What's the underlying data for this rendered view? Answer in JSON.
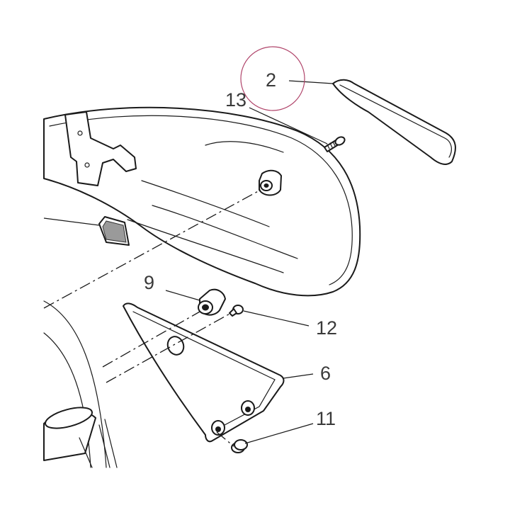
{
  "callouts": {
    "part_2": "2",
    "part_13": "13",
    "part_9": "9",
    "part_12": "12",
    "part_6": "6",
    "part_11": "11"
  },
  "colors": {
    "highlight_circle": "#b0446a",
    "line": "#1a1a1a"
  }
}
